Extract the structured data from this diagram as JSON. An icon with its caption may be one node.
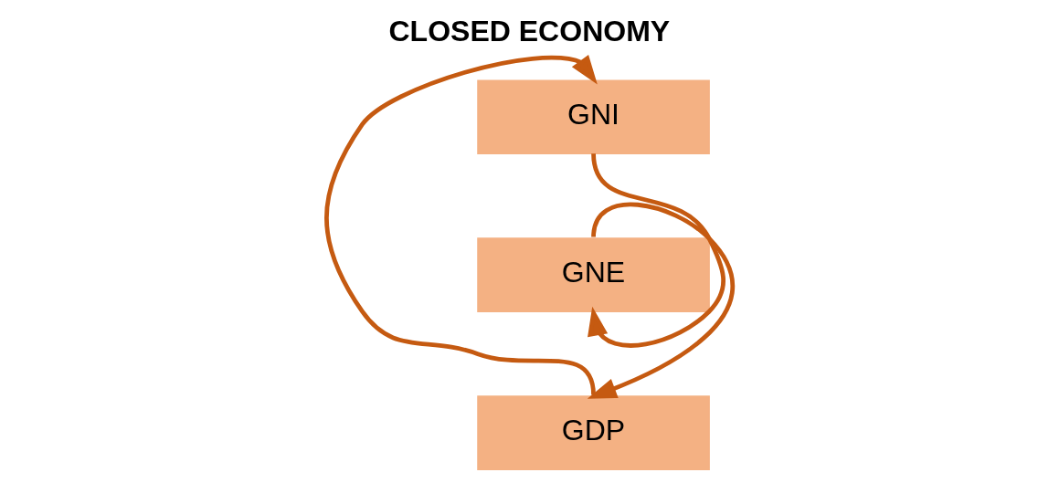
{
  "diagram": {
    "title": "CLOSED ECONOMY",
    "nodes": [
      {
        "text": [
          "GNE"
        ]
      },
      {
        "text": [
          "GDP"
        ]
      },
      {
        "text": [
          "GNI"
        ]
      }
    ],
    "edges": [
      {
        "from": 0,
        "to": 1,
        "arrow": "to"
      },
      {
        "from": 1,
        "to": 2,
        "arrow": "to"
      },
      {
        "from": 2,
        "to": 0,
        "arrow": "to"
      }
    ]
  }
}
